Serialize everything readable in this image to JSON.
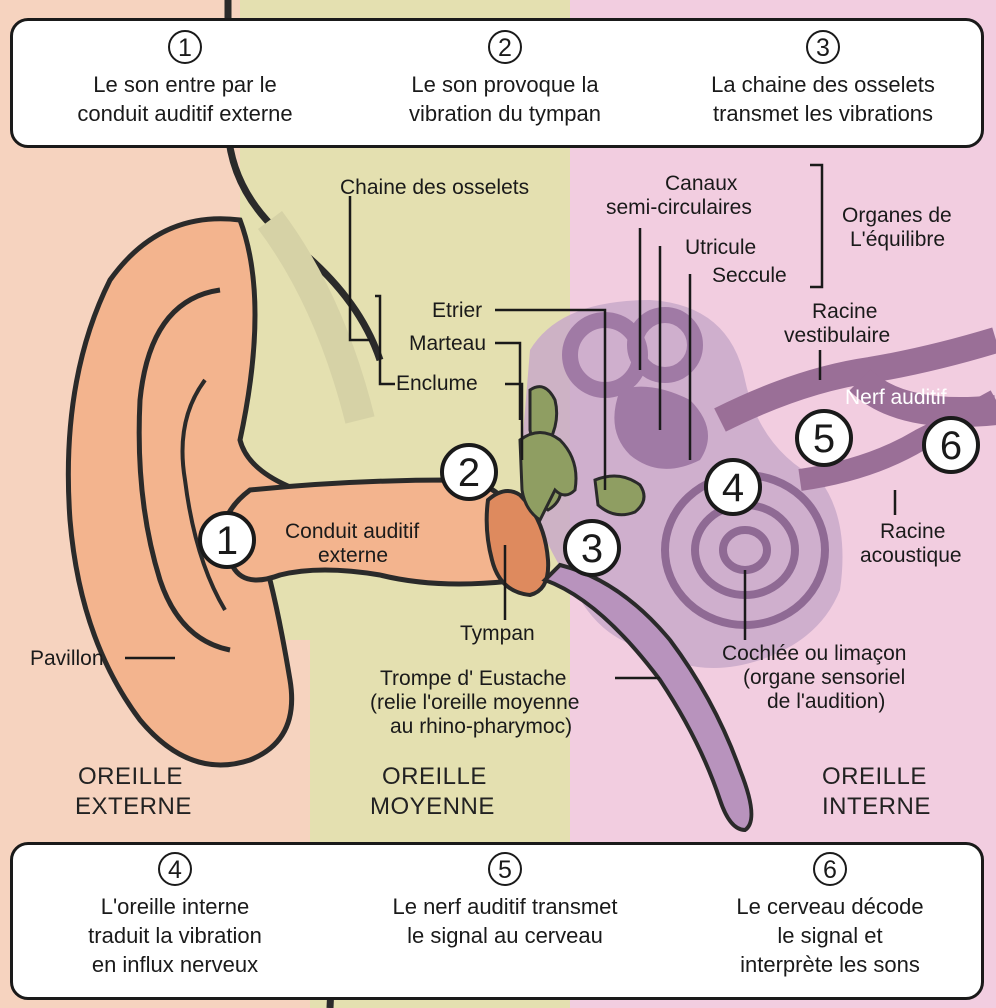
{
  "steps_top": [
    {
      "num": "1",
      "text": "Le son entre par le\nconduit auditif externe"
    },
    {
      "num": "2",
      "text": "Le son provoque la\nvibration du tympan"
    },
    {
      "num": "3",
      "text": "La chaine des osselets\ntransmet les vibrations"
    }
  ],
  "steps_bottom": [
    {
      "num": "4",
      "text": "L'oreille interne\ntraduit la vibration\nen influx nerveux"
    },
    {
      "num": "5",
      "text": "Le nerf auditif transmet\nle signal au cerveau"
    },
    {
      "num": "6",
      "text": "Le cerveau décode\nle signal et\ninterprète les sons"
    }
  ],
  "labels": {
    "chaine": "Chaine des osselets",
    "etrier": "Etrier",
    "marteau": "Marteau",
    "enclume": "Enclume",
    "canaux_1": "Canaux",
    "canaux_2": "semi-circulaires",
    "utricule": "Utricule",
    "seccule": "Seccule",
    "organes_1": "Organes de",
    "organes_2": "L'équilibre",
    "racine_v_1": "Racine",
    "racine_v_2": "vestibulaire",
    "nerf": "Nerf auditif",
    "conduit_1": "Conduit auditif",
    "conduit_2": "externe",
    "tympan": "Tympan",
    "racine_a_1": "Racine",
    "racine_a_2": "acoustique",
    "pavillon": "Pavillon",
    "trompe_1": "Trompe d' Eustache",
    "trompe_2": "(relie l'oreille moyenne",
    "trompe_3": "au rhino-pharymoc)",
    "cochlee_1": "Cochlée ou limaçon",
    "cochlee_2": "(organe sensoriel",
    "cochlee_3": "de l'audition)"
  },
  "zones": {
    "externe_1": "OREILLE",
    "externe_2": "EXTERNE",
    "moyenne_1": "OREILLE",
    "moyenne_2": "MOYENNE",
    "interne_1": "OREILLE",
    "interne_2": "INTERNE"
  },
  "markers": {
    "m1": "1",
    "m2": "2",
    "m3": "3",
    "m4": "4",
    "m5": "5",
    "m6": "6"
  },
  "colors": {
    "outer_ear_zone": "#f6d3bf",
    "middle_ear_zone": "#e4e0b0",
    "inner_ear_zone": "#f2cde0",
    "skin": "#f3b48e",
    "ossicles": "#8f9e62",
    "tympan": "#de8a5e",
    "labyrinth": "#b893bd",
    "nerve": "#9a6f97",
    "skull": "#c9c9a0"
  }
}
